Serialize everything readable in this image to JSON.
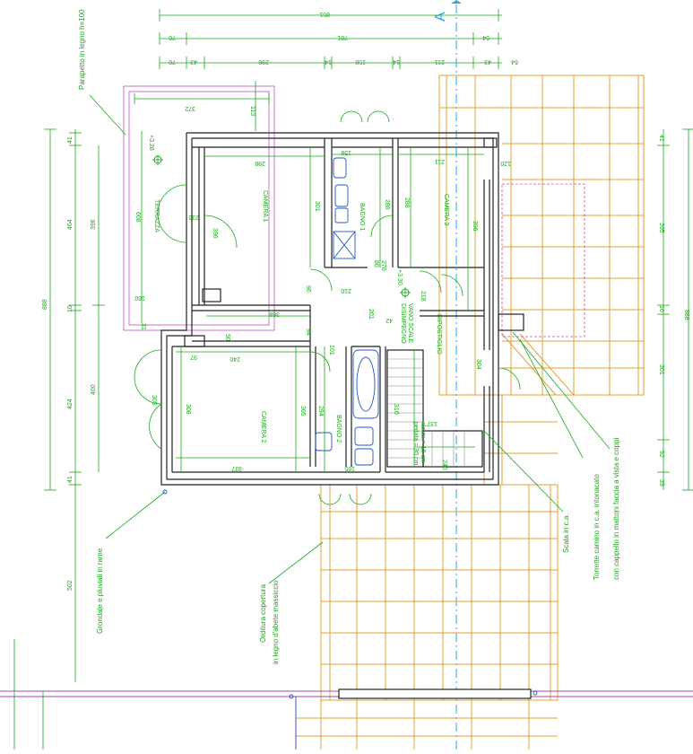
{
  "dims_top": {
    "row1_total": "851",
    "row2": [
      "70",
      "781",
      "64"
    ],
    "row3": [
      "70",
      "43",
      "298",
      "14",
      "158",
      "14",
      "211",
      "43",
      "64"
    ]
  },
  "dims_left": {
    "outer_total": "888",
    "outer_lower": "502",
    "row": [
      "41",
      "464",
      "10",
      "424",
      "41"
    ],
    "inner": [
      "396",
      "400"
    ],
    "terrace": [
      "608",
      "160",
      "31"
    ]
  },
  "dims_right": {
    "outer_total": "888",
    "inner": [
      "41",
      "395",
      "10",
      "301",
      "92",
      "39"
    ]
  },
  "rooms": {
    "camera1": "CAMERA 1",
    "camera2": "CAMERA 2",
    "camera3": "CAMERA 3",
    "bagno1": "BAGNO 1",
    "bagno2": "BAGNO 2",
    "terrazza": "TERRAZZA",
    "disimpegno": "DISIMPEGNO",
    "vano_scale": "VANO SCALE",
    "ripostiglio": "RIPOSTIGLIO"
  },
  "room_dims": {
    "c1_w": "298",
    "c1_h": "301",
    "b1_w": "158",
    "b1_h": "286",
    "c3_w": "211",
    "c3_h1": "288",
    "c3_h2": "395",
    "c2_w1": "240",
    "c2_w2": "337",
    "c2_h1": "308",
    "c2_h2": "305",
    "b2_h": "294",
    "stair_h": "310",
    "rip_h": "304",
    "terr_w": "372",
    "terr_d": "113",
    "disimp_w": "368",
    "disimp_h": "201",
    "d1": "236",
    "d2": "396",
    "d3": "210",
    "d4": "218",
    "d5": "96",
    "d6": "94",
    "d7": "50",
    "d8": "97",
    "d9": "42",
    "d10": "101",
    "d11": "137",
    "d12": "240",
    "d13": "165",
    "d14": "305",
    "d15": "80",
    "d16": "270",
    "d17": "120"
  },
  "levels": {
    "terrace": "+3.28",
    "disimpegno": "+3.30"
  },
  "stair_note": {
    "alzata": "alzata = 18 cm",
    "pedata": "pedata = 30 cm"
  },
  "annotations": {
    "parapetto": "Parapetto in legno h=100",
    "grondaie": "Grondaie e pluviali in rame",
    "orditura_1": "Orditura copertura",
    "orditura_2": "in legno d'abete massiccio",
    "scala": "Scala in c.a.",
    "torrette_1": "Torrette camino in c.a. intonacato",
    "torrette_2": "con cappello in mattoni faccia a vista e coppi"
  },
  "north_mark": "A",
  "colors": {
    "dimension": "#1aa81a",
    "wall": "#222222",
    "roof_timber": "#e0a030",
    "terrace_outline": "#c050c0",
    "axis": "#22aadd"
  }
}
